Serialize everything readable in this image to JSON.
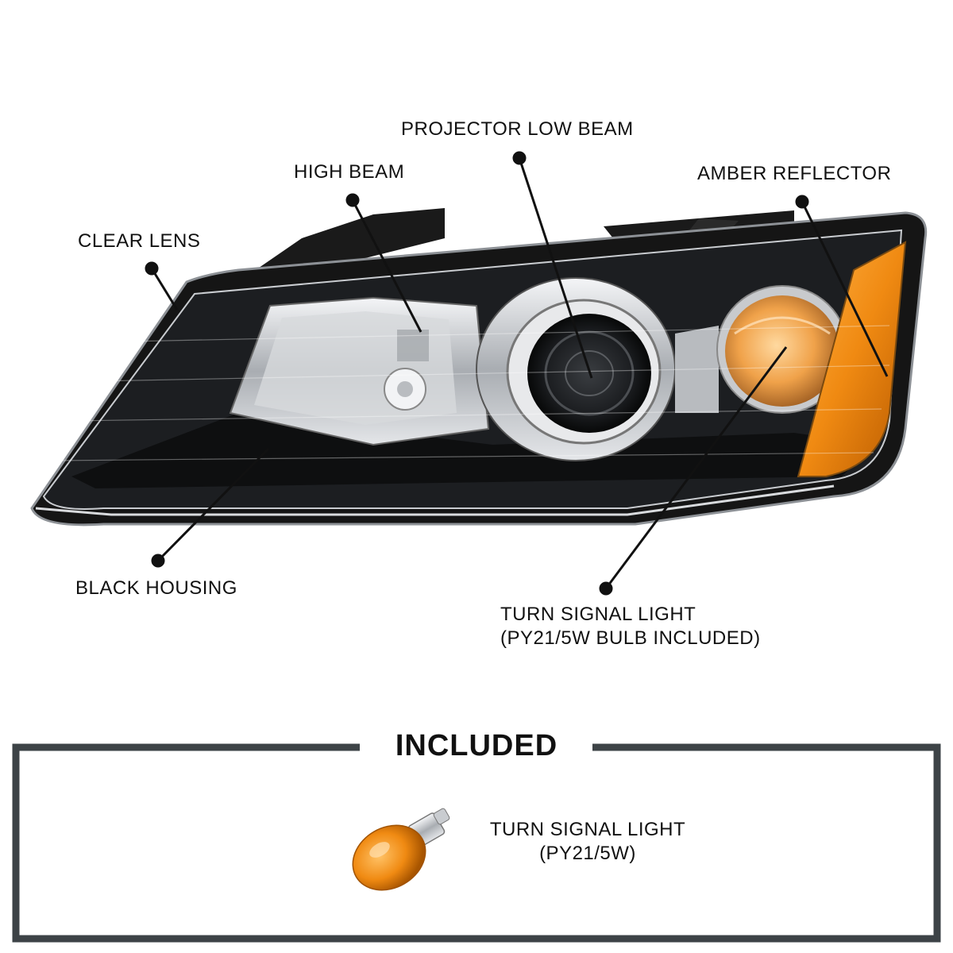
{
  "callouts": {
    "projector_low_beam": "PROJECTOR LOW BEAM",
    "high_beam": "HIGH BEAM",
    "amber_reflector": "AMBER REFLECTOR",
    "clear_lens": "CLEAR LENS",
    "black_housing": "BLACK HOUSING",
    "turn_signal_line1": "TURN SIGNAL LIGHT",
    "turn_signal_line2": "(PY21/5W BULB INCLUDED)"
  },
  "included": {
    "title": "INCLUDED",
    "bulb_line1": "TURN SIGNAL LIGHT",
    "bulb_line2": "(PY21/5W)"
  },
  "colors": {
    "housing": "#151515",
    "chrome": "#c9ccd0",
    "amber": "#f08a12",
    "frame": "#3d4347",
    "leader": "#111111"
  }
}
